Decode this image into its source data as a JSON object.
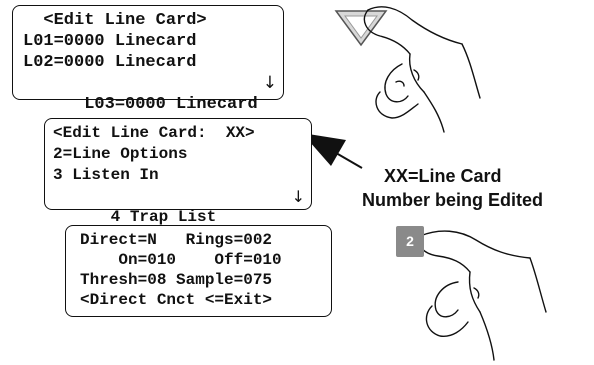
{
  "screens": [
    {
      "rows": [
        "  <Edit Line Card>",
        "L01=0000 Linecard",
        "L02=0000 Linecard",
        "L03=0000 Linecard"
      ],
      "scroll_arrow": "↓"
    },
    {
      "rows": [
        "<Edit Line Card:  XX>",
        "2=Line Options",
        "3 Listen In",
        "4 Trap List"
      ],
      "scroll_arrow": "↓"
    },
    {
      "rows": [
        "Direct=N   Rings=002",
        "    On=010    Off=010",
        "Thresh=08 Sample=075",
        "<Direct Cnct <=Exit>"
      ]
    }
  ],
  "callout": {
    "line1": "XX=Line Card",
    "line2": "Number being Edited"
  },
  "keys": {
    "number_key": "2",
    "down_key_icon": "down-triangle-icon"
  }
}
